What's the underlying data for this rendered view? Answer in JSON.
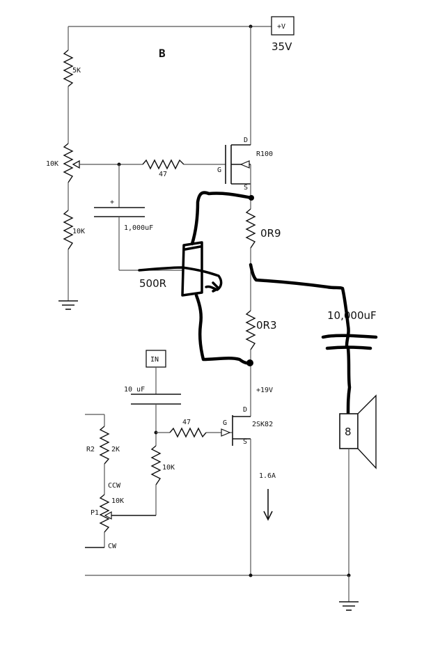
{
  "title": "B",
  "supply": {
    "box": "+V",
    "voltage": "35V"
  },
  "labels": {
    "r_top": "5K",
    "pot_top": "10K",
    "r_bottom": "10K",
    "r_gate_top": "47",
    "cap_top_plus": "+",
    "cap_top": "1,000uF",
    "mosfet_drain": "D",
    "mosfet_gate": "G",
    "mosfet_source": "S",
    "mosfet_part": "R100",
    "r_source_top": "0R9",
    "pot_hand": "500R",
    "r_source_bottom": "0R3",
    "cap_out": "10,000uF",
    "speaker": "8",
    "in_box": "IN",
    "cap_in": "10 uF",
    "supply_low": "+19V",
    "r_gate_bottom": "47",
    "jfet_gate": "G",
    "jfet_drain": "D",
    "jfet_source": "S",
    "jfet_part": "2SK82",
    "r2_name": "R2",
    "r2_value": "2K",
    "ccw": "CCW",
    "p1_value": "10K",
    "p1_name": "P1",
    "cw": "CW",
    "r_bias": "10K",
    "current": "1.6A"
  }
}
